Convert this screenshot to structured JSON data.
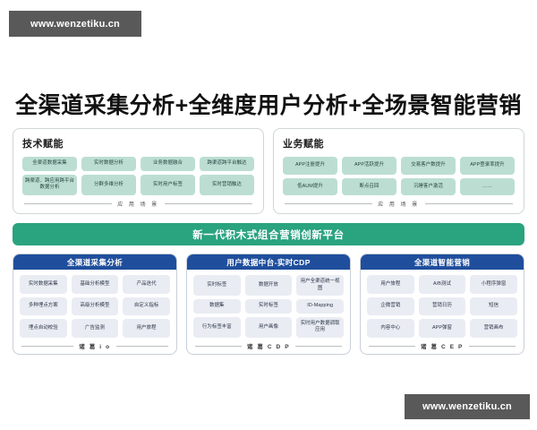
{
  "watermarks": {
    "top": "www.wenzetiku.cn",
    "bottom": "www.wenzetiku.cn"
  },
  "page": {
    "title": "全渠道采集分析+全维度用户分析+全场景智能营销"
  },
  "colors": {
    "banner_green": "#2aa37f",
    "panel_header_blue": "#1f4e9c",
    "mint_tag": "#bcded2",
    "blue_tag": "#e9ecf3",
    "watermark_gray": "#595959"
  },
  "enablement": [
    {
      "title": "技术赋能",
      "tags": [
        "全渠道数据采集",
        "实时数据分析",
        "业务数据融合",
        "跨渠道跨平台触达",
        "跨渠道、跨应用跨平台数据分析",
        "分群多维分析",
        "实时用户标签",
        "实时营销触达"
      ],
      "scene_label": "应 用 场 景"
    },
    {
      "title": "业务赋能",
      "tags": [
        "APP注册提升",
        "APP活跃提升",
        "交易客户数提升",
        "APP登录率提升",
        "低AUM提升",
        "断点召回",
        "沉睡客户激活",
        "……"
      ],
      "scene_label": "应 用 场 景"
    }
  ],
  "platform_banner": {
    "label": "新一代积木式组合营销创新平台"
  },
  "panels": [
    {
      "title": "全渠道采集分析",
      "tags": [
        "实时数据采集",
        "基础分析模型",
        "产品迭代",
        "多种埋点方案",
        "高级分析模型",
        "自定义指标",
        "埋点自动校验",
        "广告监测",
        "用户旅程"
      ],
      "brand": "诸 葛 i o"
    },
    {
      "title": "用户数据中台-实时CDP",
      "tags": [
        "实时标签",
        "数据开放",
        "用户全渠道统一视图",
        "数据集",
        "实时标签",
        "ID-Mapping",
        "行为标签丰富",
        "用户画像",
        "实时用户数据调取应用"
      ],
      "brand": "诸 葛 C D P"
    },
    {
      "title": "全渠道智能营销",
      "tags": [
        "用户旅程",
        "A/B测试",
        "小程序弹窗",
        "企微营销",
        "营销日历",
        "短信",
        "内容中心",
        "APP弹窗",
        "营销画布"
      ],
      "brand": "诸 葛 C E P"
    }
  ]
}
